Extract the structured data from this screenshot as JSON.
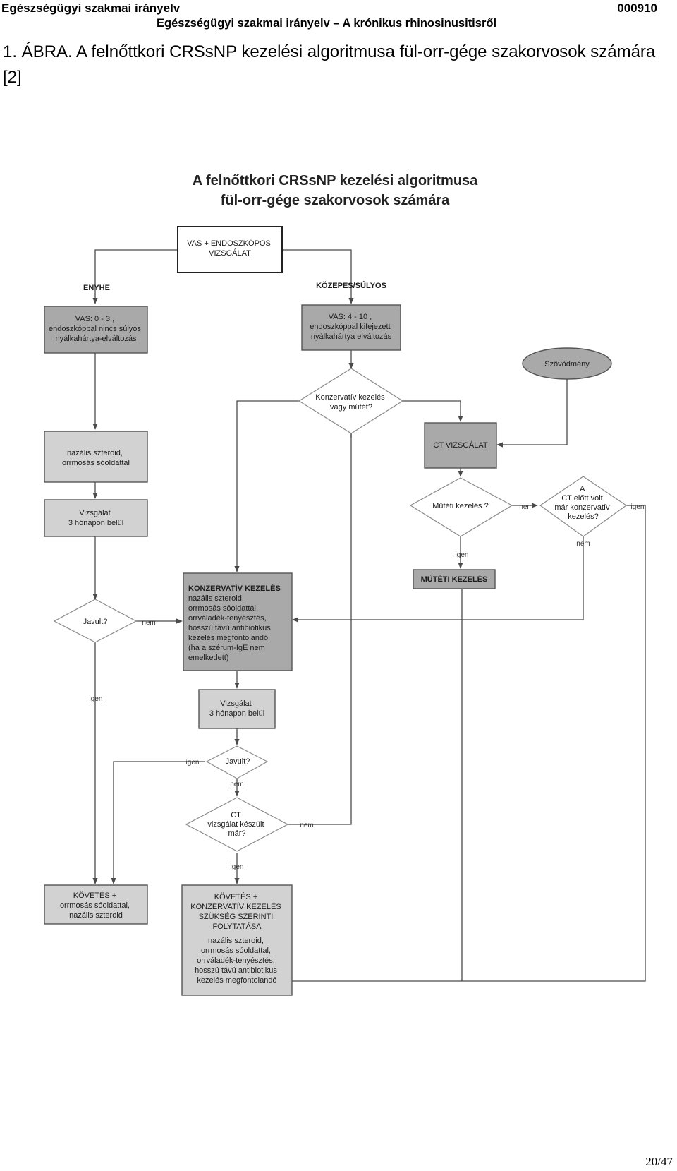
{
  "header": {
    "left": "Egészségügyi szakmai irányelv",
    "code": "000910",
    "subtitle": "Egészségügyi szakmai irányelv – A krónikus rhinosinusitisről"
  },
  "caption": "1. ÁBRA. A felnőttkori CRSsNP kezelési algoritmusa fül-orr-gége szakorvosok számára [2]",
  "diagram": {
    "title_lines": [
      "A felnőttkori CRSsNP kezelési algoritmusa",
      "fül-orr-gége szakorvosok számára"
    ],
    "start": [
      "VAS + ENDOSZKÓPOS",
      "VIZSGÁLAT"
    ],
    "label_enyhe": "ENYHE",
    "label_kozepes": "KÖZEPES/SÚLYOS",
    "mild_box": [
      "VAS: 0 - 3 ,",
      "endoszkóppal nincs súlyos",
      "nyálkahártya-elváltozás"
    ],
    "severe_box": [
      "VAS: 4 - 10 ,",
      "endoszkóppal kifejezett",
      "nyálkahártya elváltozás"
    ],
    "complication": "Szövődmény",
    "decision_conservative": [
      "Konzervatív kezelés",
      "vagy műtét?"
    ],
    "nasal_steroid": [
      "nazális szteroid,",
      "orrmosás sóoldattal"
    ],
    "ct_exam": "CT VIZSGÁLAT",
    "exam_3months_a": [
      "Vizsgálat",
      "3 hónapon belül"
    ],
    "surgery_question": "Műtéti kezelés ?",
    "ct_before_question": [
      "A",
      "CT előtt volt",
      "már konzervatív",
      "kezelés?"
    ],
    "surgical_treatment": "MŰTÉTI KEZELÉS",
    "conservative_treatment": {
      "heading": "KONZERVATÍV KEZELÉS",
      "lines": [
        "nazális szteroid,",
        "orrmosás sóoldattal,",
        "orrváladék-tenyésztés,",
        "hosszú távú antibiotikus",
        "kezelés megfontolandó",
        "(ha a szérum-IgE nem",
        "emelkedett)"
      ]
    },
    "improved_a": "Javult?",
    "exam_3months_b": [
      "Vizsgálat",
      "3 hónapon belül"
    ],
    "improved_b": "Javult?",
    "ct_done_question": [
      "CT",
      "vizsgálat készült",
      "már?"
    ],
    "followup_a": [
      "KÖVETÉS +",
      "orrmosás sóoldattal,",
      "nazális szteroid"
    ],
    "followup_b": {
      "heading": [
        "KÖVETÉS +",
        "KONZERVATÍV  KEZELÉS",
        "SZÜKSÉG SZERINTI",
        "FOLYTATÁSA"
      ],
      "lines": [
        "nazális szteroid,",
        "orrmosás sóoldattal,",
        "orrváladék-tenyésztés,",
        "hosszú távú antibiotikus",
        "kezelés megfontolandó"
      ]
    },
    "labels": {
      "igen": "igen",
      "nem": "nem"
    }
  },
  "page_number": "20/47"
}
